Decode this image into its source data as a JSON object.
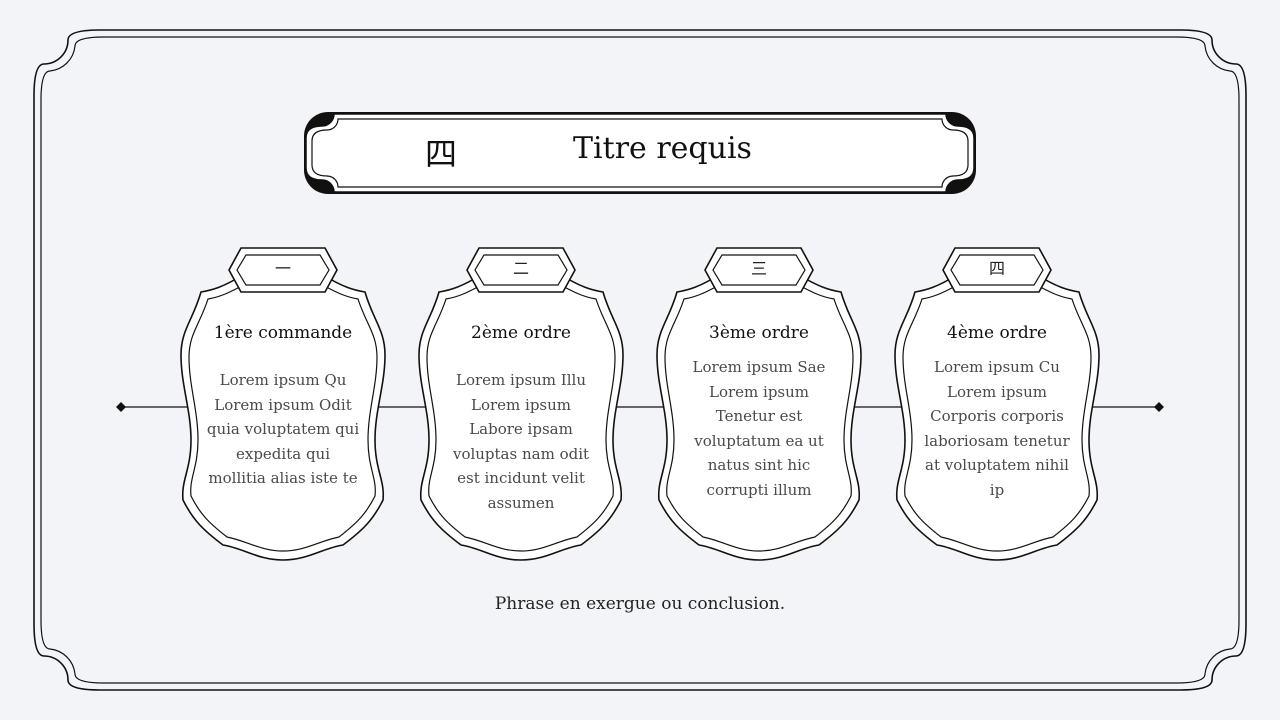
{
  "title": {
    "number": "四",
    "text": "Titre requis"
  },
  "cards": [
    {
      "badge": "一",
      "heading": "1ère commande",
      "body": "Lorem ipsum Qu Lorem ipsum Odit quia voluptatem qui expedita qui mollitia alias iste te"
    },
    {
      "badge": "二",
      "heading": "2ème ordre",
      "body": "Lorem ipsum Illu Lorem ipsum Labore ipsam voluptas nam odit est incidunt velit assumen"
    },
    {
      "badge": "三",
      "heading": "3ème ordre",
      "body": "Lorem ipsum Sae Lorem ipsum Tenetur est voluptatum ea ut natus sint hic corrupti illum"
    },
    {
      "badge": "四",
      "heading": "4ème ordre",
      "body": "Lorem ipsum Cu Lorem ipsum Corporis corporis laboriosam tenetur at voluptatem nihil ip"
    }
  ],
  "footer": "Phrase en exergue ou conclusion.",
  "colors": {
    "background": "#f3f4f8",
    "ink": "#111111",
    "card_fill": "#ffffff"
  }
}
